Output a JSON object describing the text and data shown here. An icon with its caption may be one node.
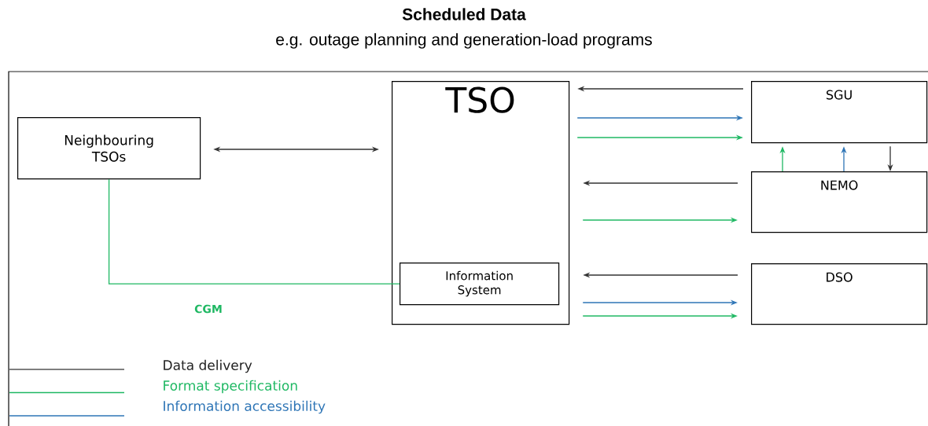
{
  "diagram": {
    "title": "Scheduled Data",
    "nodes": [
      {
        "text": [
          "Neighbouring TSOs"
        ]
      },
      {
        "text": [
          "TSO"
        ]
      },
      {
        "text": [
          "Information System"
        ],
        "in": 1
      },
      {
        "text": [
          "SGU"
        ]
      },
      {
        "text": [
          "NEMO"
        ]
      },
      {
        "text": [
          "DSO"
        ]
      }
    ],
    "edges": [
      {
        "from": 0,
        "to": 1,
        "arrow": "both"
      },
      {
        "from": 3,
        "to": 1,
        "arrow": "to"
      },
      {
        "from": 1,
        "to": 3,
        "arrow": "to",
        "color": "#2e75b6"
      },
      {
        "from": 1,
        "to": 3,
        "arrow": "to",
        "color": "#1fb863"
      },
      {
        "from": 4,
        "to": 1,
        "arrow": "to"
      },
      {
        "from": 1,
        "to": 4,
        "arrow": "to",
        "color": "#1fb863"
      },
      {
        "from": 5,
        "to": 1,
        "arrow": "to"
      },
      {
        "from": 1,
        "to": 5,
        "arrow": "to",
        "color": "#2e75b6"
      },
      {
        "from": 1,
        "to": 5,
        "arrow": "to",
        "color": "#1fb863"
      },
      {
        "from": 4,
        "to": 3,
        "arrow": "to",
        "color": "#1fb863"
      },
      {
        "from": 4,
        "to": 3,
        "arrow": "to",
        "color": "#2e75b6"
      },
      {
        "from": 3,
        "to": 4,
        "arrow": "to"
      },
      {
        "from": 0,
        "to": 2,
        "arrow": "none",
        "label": "CGM",
        "color": "#1fb863"
      }
    ],
    "labels": [
      "e.g. outage planning and generation-load programs"
    ],
    "legend": [
      {
        "text": "Data delivery"
      },
      {
        "text": "Format specification"
      },
      {
        "text": "Information accessibility"
      }
    ]
  }
}
